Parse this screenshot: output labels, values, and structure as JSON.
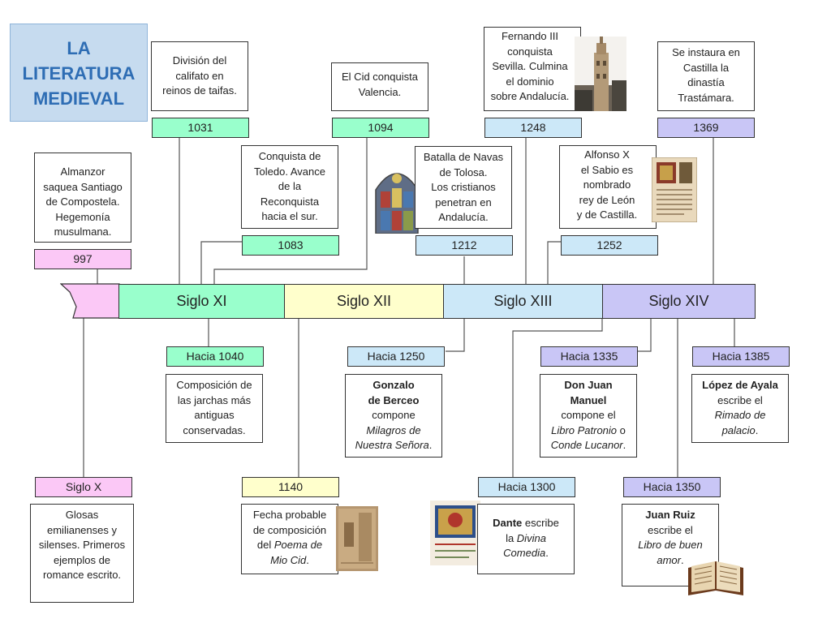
{
  "title": {
    "line1": "LA",
    "line2": "LITERATURA",
    "line3": "MEDIEVAL"
  },
  "centuries": [
    "Siglo XI",
    "Siglo XII",
    "Siglo XIII",
    "Siglo XIV"
  ],
  "events": {
    "e1031": {
      "year": "1031",
      "text": [
        "División del",
        "califato en",
        "reinos de taifas."
      ]
    },
    "e1094": {
      "year": "1094",
      "text": [
        "El Cid conquista",
        "Valencia."
      ]
    },
    "e1248": {
      "year": "1248",
      "text": [
        "Fernando III",
        "conquista",
        "Sevilla. Culmina",
        "el dominio",
        "sobre Andalucía."
      ]
    },
    "e1369": {
      "year": "1369",
      "text": [
        "Se instaura en",
        "Castilla la",
        "dinastía",
        "Trastámara."
      ]
    },
    "e997": {
      "year": "997",
      "text": [
        "Almanzor",
        "saquea Santiago",
        "de Compostela.",
        "Hegemonía",
        "musulmana."
      ]
    },
    "e1083": {
      "year": "1083",
      "text": [
        "Conquista de",
        "Toledo. Avance",
        "de la",
        "Reconquista",
        "hacia el sur."
      ]
    },
    "e1212": {
      "year": "1212",
      "text": [
        "Batalla de Navas",
        "de Tolosa.",
        "Los cristianos",
        "penetran en",
        "Andalucía."
      ]
    },
    "e1252": {
      "year": "1252",
      "text": [
        "Alfonso X",
        "el Sabio es",
        "nombrado",
        "rey de León",
        "y de Castilla."
      ]
    }
  },
  "literature": {
    "h1040": {
      "year": "Hacia 1040",
      "text": [
        "Composición de",
        "las jarchas más",
        "antiguas",
        "conservadas."
      ]
    },
    "h1250": {
      "year": "Hacia 1250",
      "l1": "Gonzalo",
      "l2": "de Berceo",
      "l3": "compone",
      "l4": "Milagros de",
      "l5": "Nuestra Señora",
      "l5b": "."
    },
    "h1335": {
      "year": "Hacia 1335",
      "l1": "Don Juan",
      "l2": "Manuel",
      "l3": "compone el",
      "l4a": "Libro Patronio",
      "l4b": " o",
      "l5": "Conde Lucanor",
      "l5b": "."
    },
    "h1385": {
      "year": "Hacia 1385",
      "l1": "López de Ayala",
      "l2": "escribe el",
      "l3": "Rimado de",
      "l4": "palacio",
      "l4b": "."
    },
    "sx": {
      "year": "Siglo X",
      "text": [
        "Glosas",
        "emilianenses y",
        "silenses. Primeros",
        "ejemplos de",
        "romance escrito."
      ]
    },
    "y1140": {
      "year": "1140",
      "l1": "Fecha probable",
      "l2": "de composición",
      "l3a": "del ",
      "l3b": "Poema de",
      "l4": "Mio Cid",
      "l4b": "."
    },
    "h1300": {
      "year": "Hacia 1300",
      "l1a": "Dante",
      "l1b": " escribe",
      "l2a": "la ",
      "l2b": "Divina",
      "l3": "Comedia",
      "l3b": "."
    },
    "h1350": {
      "year": "Hacia 1350",
      "l1": "Juan Ruiz",
      "l2": "escribe el",
      "l3": "Libro de buen",
      "l4": "amor",
      "l4b": "."
    }
  },
  "colors": {
    "green": "#99ffcc",
    "pink": "#fbc8f6",
    "yellow": "#ffffcc",
    "blue": "#cce8f8",
    "lavender": "#c9c6f6",
    "title_bg": "#c6dbef",
    "title_text": "#2e6db4"
  }
}
